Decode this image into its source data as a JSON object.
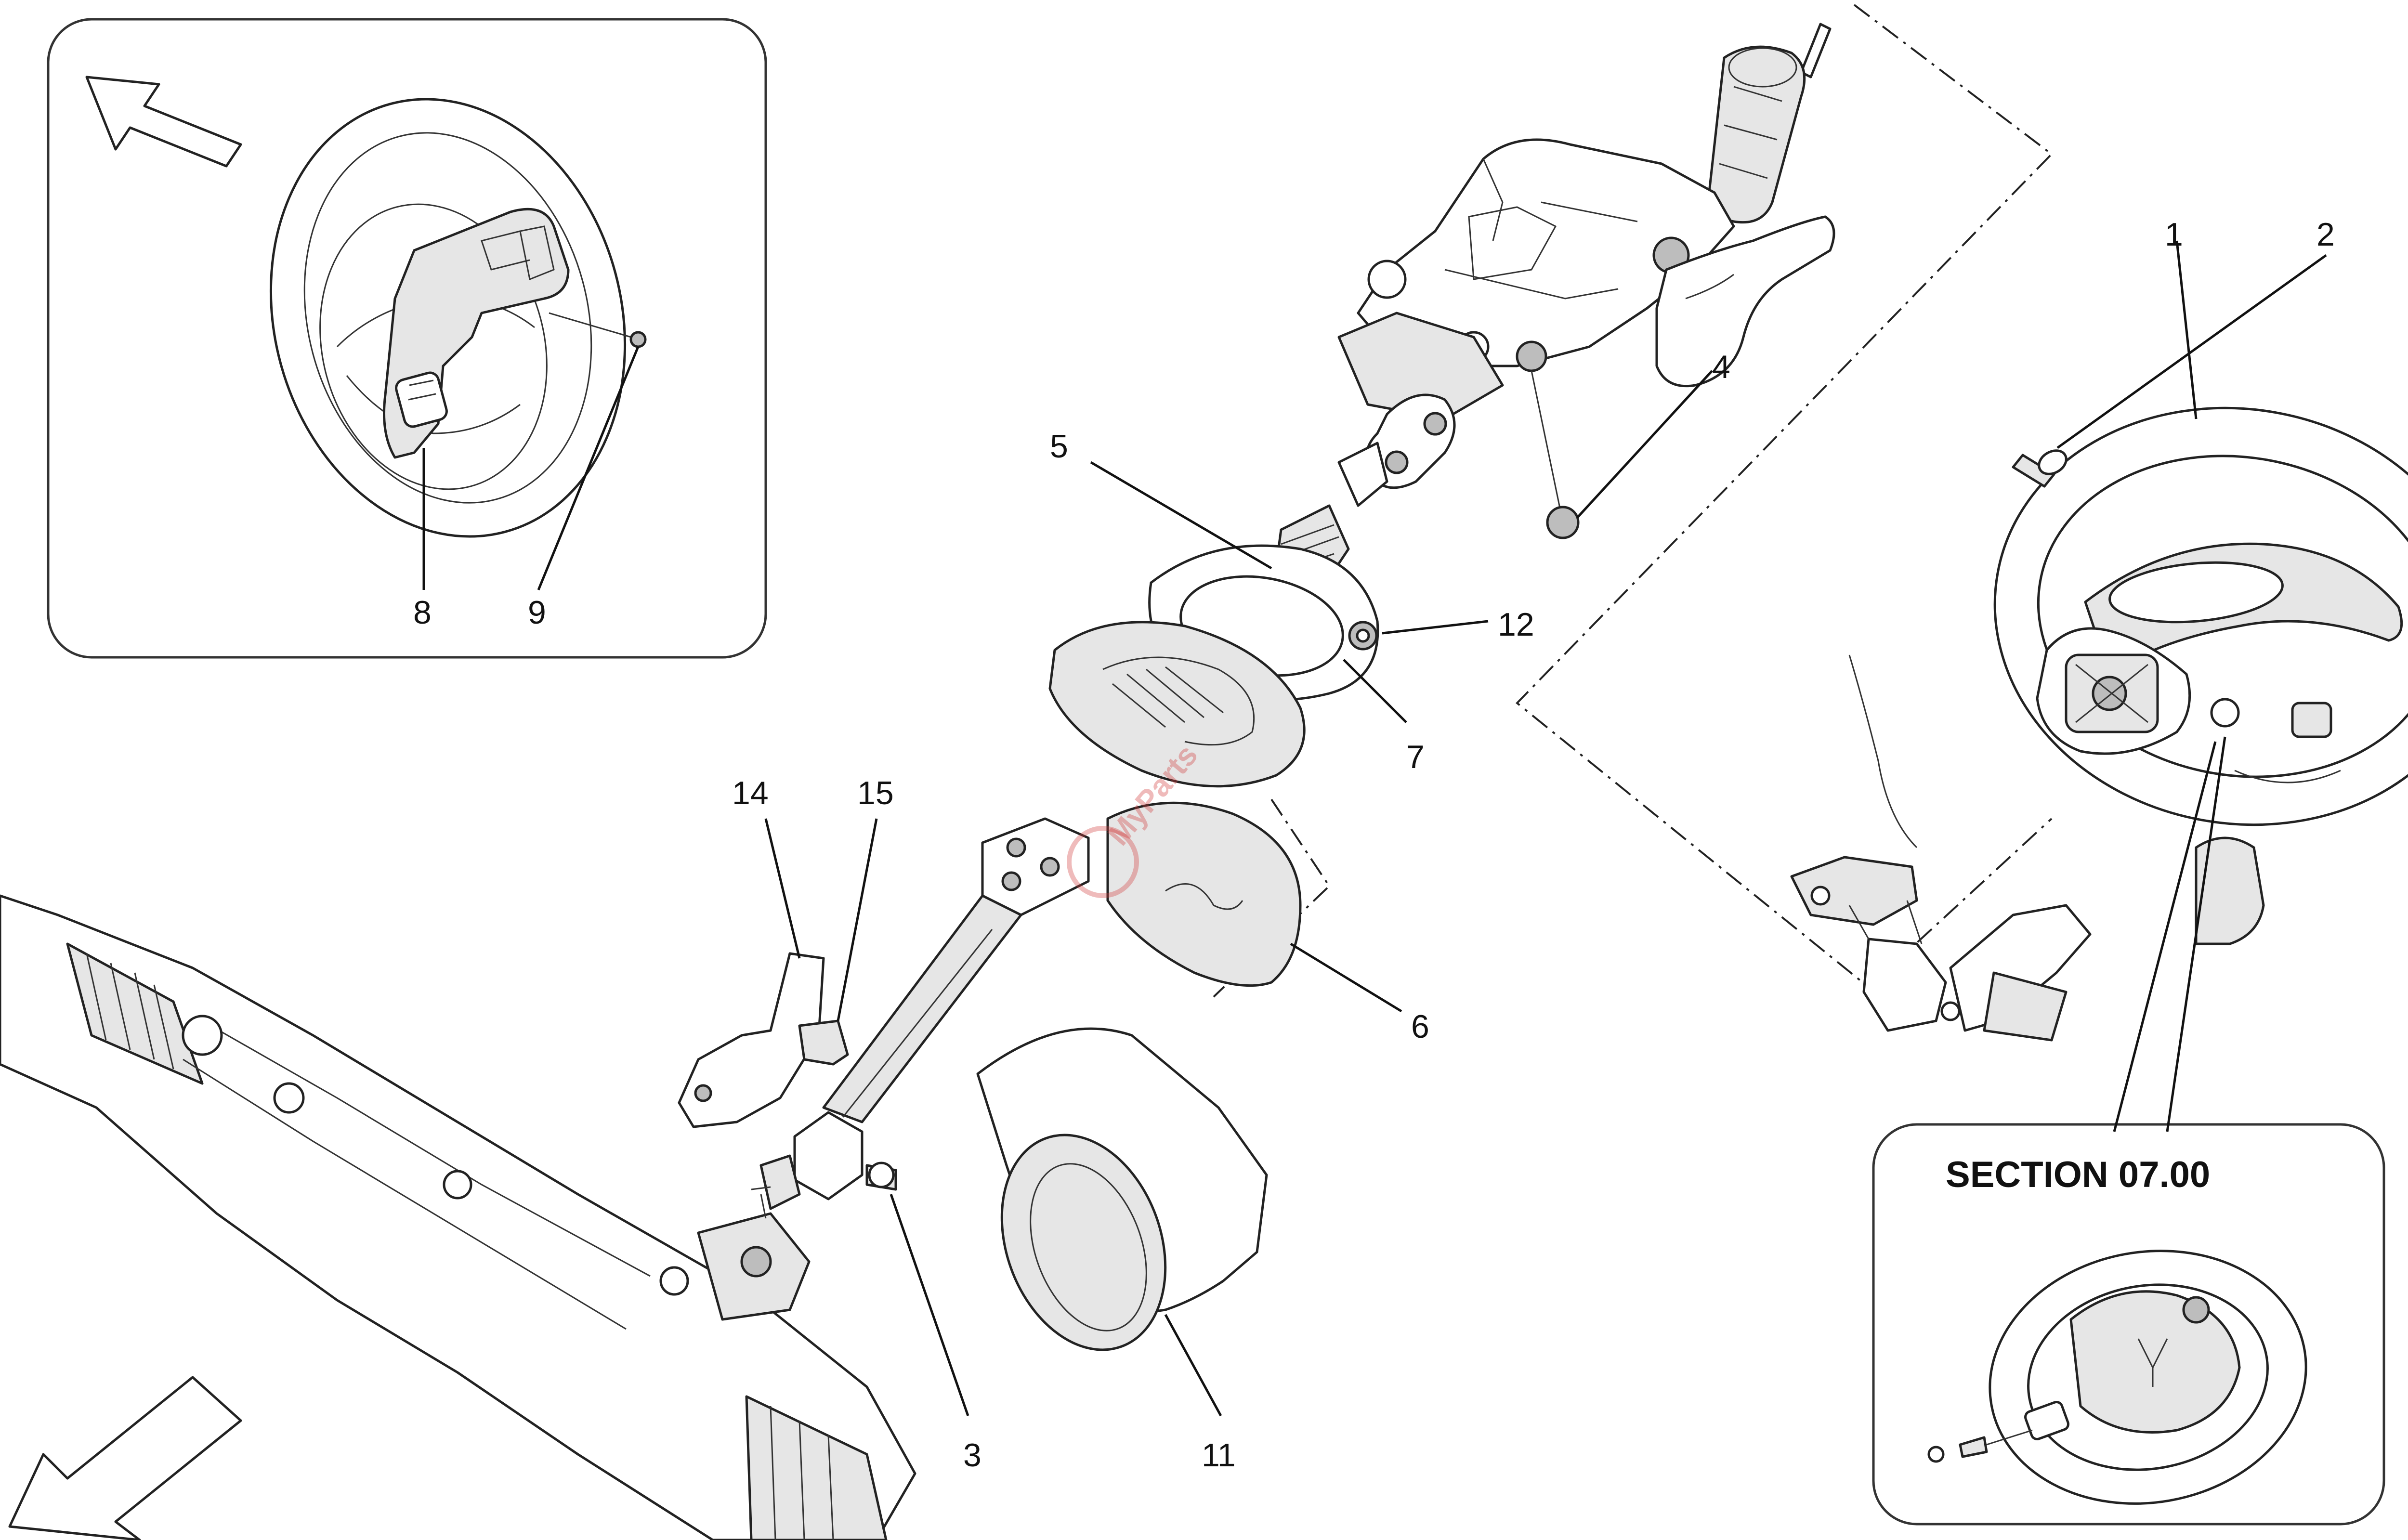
{
  "labels": {
    "p1": "1",
    "p2": "2",
    "p3": "3",
    "p4": "4",
    "p5": "5",
    "p6": "6",
    "p7": "7",
    "p8": "8",
    "p9": "9",
    "p11": "11",
    "p12": "12",
    "p14": "14",
    "p15": "15"
  },
  "section_ref": "SECTION 07.00",
  "colors": {
    "line": "#222222",
    "panel_border": "#333333",
    "watermark": "#d23c3c"
  }
}
